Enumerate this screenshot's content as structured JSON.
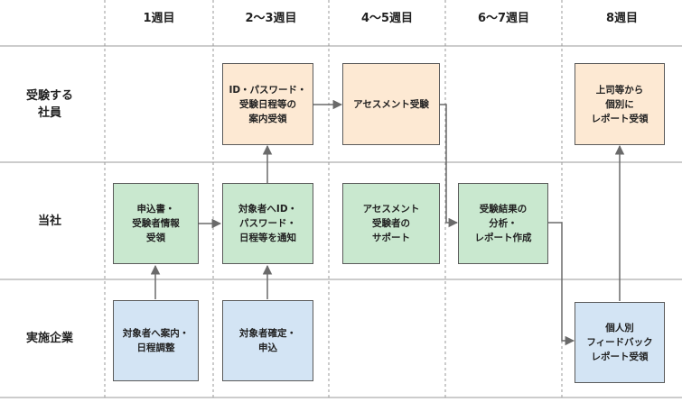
{
  "columns": [
    "1週目",
    "2〜3週目",
    "4〜5週目",
    "6〜7週目",
    "8週目"
  ],
  "rows": {
    "employee": "受験する\n社員",
    "company": "当社",
    "provider": "実施企業"
  },
  "boxes": {
    "emp_notice": "ID・パスワード・\n受験日程等の\n案内受領",
    "emp_assessment": "アセスメント受験",
    "emp_report": "上司等から\n個別に\nレポート受領",
    "co_apply": "申込書・\n受験者情報\n受領",
    "co_notify": "対象者へID・\nパスワード・\n日程等を通知",
    "co_support": "アセスメント\n受験者の\nサポート",
    "co_analysis": "受験結果の\n分析・\nレポート作成",
    "pr_guide": "対象者へ案内・\n日程調整",
    "pr_confirm": "対象者確定・\n申込",
    "pr_feedback": "個人別\nフィードバック\nレポート受領"
  },
  "colors": {
    "orange_fill": "#fde9d3",
    "green_fill": "#c9e8cf",
    "blue_fill": "#d3e4f4",
    "grid_line": "#9a9a9a",
    "arrow": "#6a6a6a"
  }
}
